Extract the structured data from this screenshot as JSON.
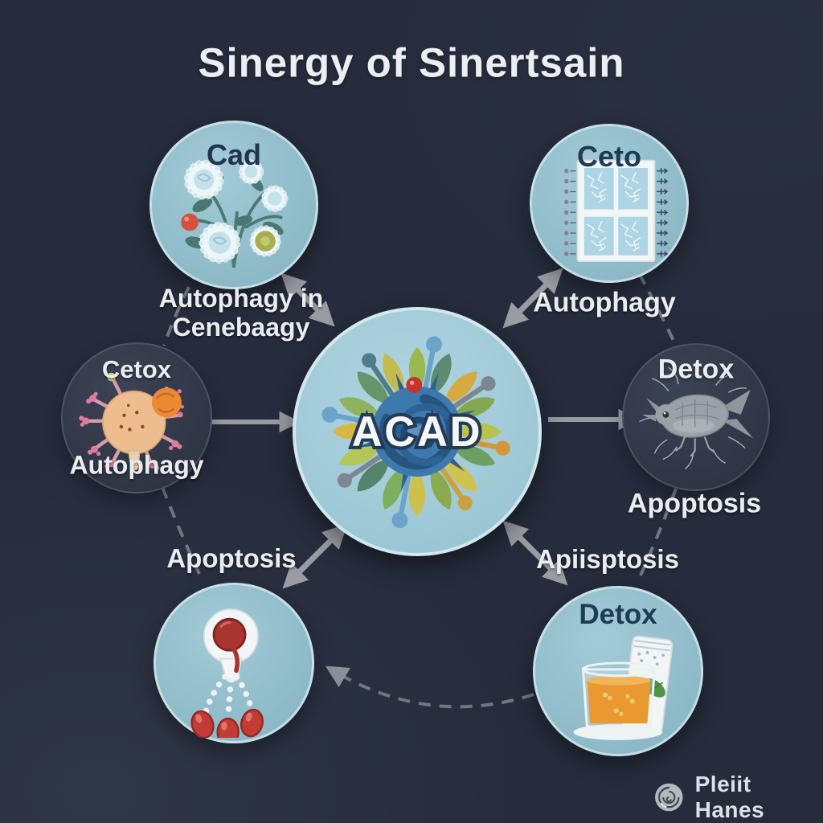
{
  "title": "Sinergy of Sinertsain",
  "center": {
    "label": "ACAD",
    "icon": "leaf-wreath-globe"
  },
  "nodes": {
    "top_left": {
      "label": "Cad",
      "icon": "flowering-plant"
    },
    "top_right": {
      "label": "Ceto",
      "icon": "window-panel-chart"
    },
    "left": {
      "label": "Cetox",
      "caption": "Autophagy",
      "icon": "cell-with-receptors"
    },
    "right": {
      "label": "Detox",
      "caption": "Apoptosis",
      "icon": "daphnia-crustacean"
    },
    "bottom_left": {
      "caption": "Apoptosis",
      "icon": "berry-droplet-strands"
    },
    "bottom_right": {
      "label": "Detox",
      "caption": "Apiisptosis",
      "icon": "detox-drink-glass-sachet"
    }
  },
  "edge_labels": {
    "top_left_line1": "Autophagy in",
    "top_left_line2": "Cenebaagy",
    "top_right": "Autophagy"
  },
  "brand": {
    "name": "Pleiit Hanes",
    "icon": "rose-swirl"
  },
  "colors": {
    "background": "#262c3c",
    "light_circle": "#95c0cd",
    "center_circle": "#a9cfdc",
    "dark_circle": "#343b4a",
    "arrow": "#9b9ba3",
    "dashed_line": "#71767f",
    "text_light": "#eaecf0",
    "text_dark": "#203650"
  }
}
